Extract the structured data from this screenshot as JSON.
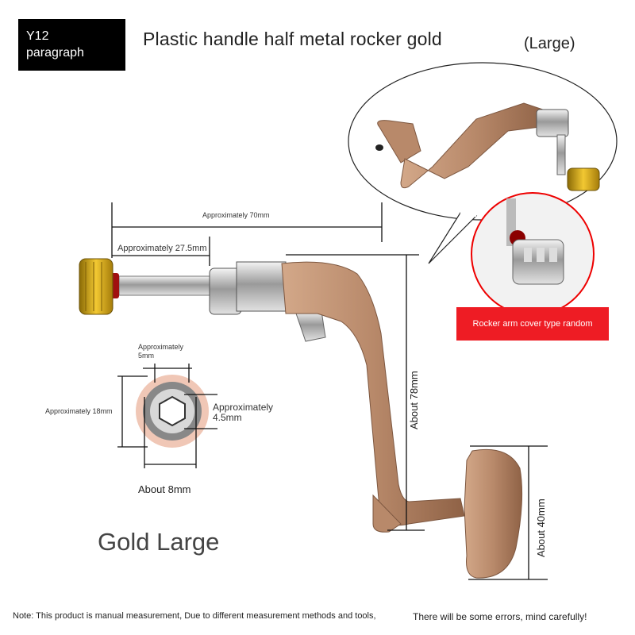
{
  "badge": {
    "line1": "Y12",
    "line2": "paragraph"
  },
  "title": "Plastic handle half metal rocker gold",
  "subtitle": "(Large)",
  "dimensions": {
    "total_length": "Approximately 70mm",
    "shaft_length": "Approximately 27.5mm",
    "arm_height": "About 78mm",
    "knob_height": "About 40mm",
    "inner_width_top": "Approximately 5mm",
    "outer_diameter": "Approximately 18mm",
    "hex_size": "Approximately 4.5mm",
    "base_width": "About 8mm"
  },
  "product_label": "Gold Large",
  "cover_note": "Rocker arm cover type random",
  "footer": {
    "note_left": "Note: This product is manual measurement, Due to different measurement methods and tools,",
    "note_right": "There will be some errors, mind carefully!"
  },
  "colors": {
    "gold_body": "#b8896a",
    "gold_cap": "#d9a515",
    "accent_red": "#ee1c24"
  }
}
